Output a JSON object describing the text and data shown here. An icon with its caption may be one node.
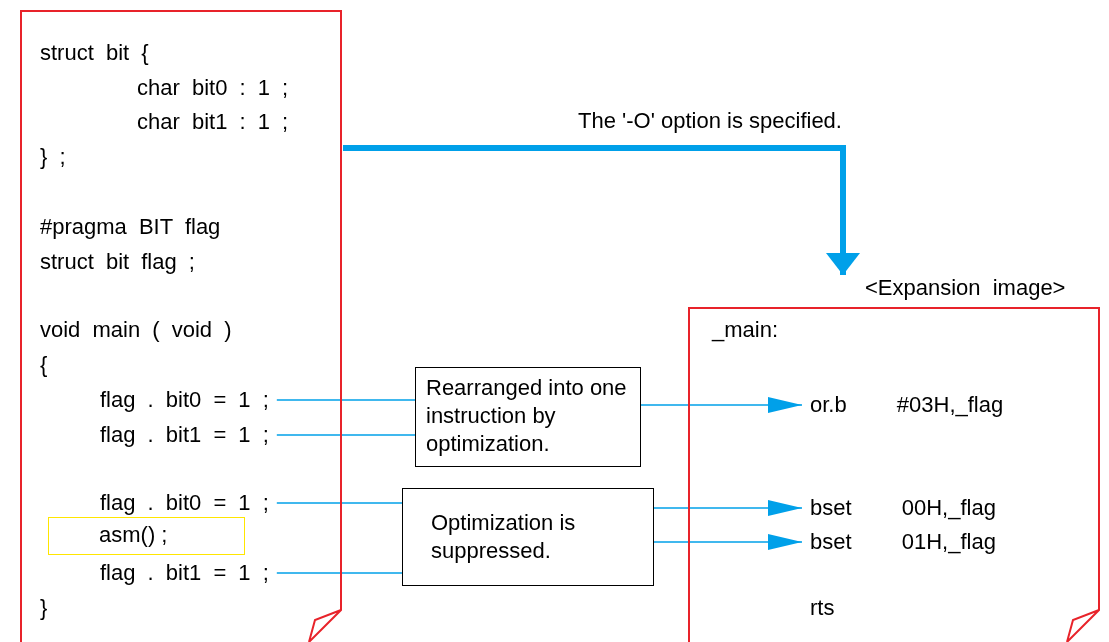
{
  "diagram": {
    "nodes": [
      {
        "text": [
          "struct bit {",
          "char bit0 : 1 ;",
          "char bit1 : 1 ;",
          "} ;",
          "#pragma BIT flag",
          "struct bit flag ;",
          "void main ( void )",
          "{",
          "}"
        ]
      },
      {
        "text": [
          "flag . bit0 = 1 ;"
        ],
        "in": 0
      },
      {
        "text": [
          "flag . bit1 = 1 ;"
        ],
        "in": 0
      },
      {
        "text": [
          "flag . bit0 = 1 ;"
        ],
        "in": 0
      },
      {
        "text": [
          "asm() ;"
        ],
        "in": 0
      },
      {
        "text": [
          "flag . bit1 = 1 ;"
        ],
        "in": 0
      },
      {
        "text": [
          "Rearranged into one instruction by optimization."
        ]
      },
      {
        "text": [
          "Optimization is suppressed."
        ]
      },
      {
        "text": [
          "<Expansion image>",
          "_main:",
          "rts"
        ]
      },
      {
        "text": [
          "or.b #03H,_flag"
        ],
        "in": 8
      },
      {
        "text": [
          "bset 00H,_flag"
        ],
        "in": 8
      },
      {
        "text": [
          "bset 01H,_flag"
        ],
        "in": 8
      }
    ],
    "edges": [
      {
        "from": 0,
        "to": 8,
        "arrow": "to",
        "label": "The '-O' option is specified.",
        "style": "thick"
      },
      {
        "from": 1,
        "to": 6,
        "arrow": "none"
      },
      {
        "from": 2,
        "to": 6,
        "arrow": "none"
      },
      {
        "from": 6,
        "to": 9,
        "arrow": "to"
      },
      {
        "from": 3,
        "to": 7,
        "arrow": "none"
      },
      {
        "from": 5,
        "to": 7,
        "arrow": "none"
      },
      {
        "from": 7,
        "to": 10,
        "arrow": "to"
      },
      {
        "from": 7,
        "to": 11,
        "arrow": "to"
      }
    ]
  }
}
